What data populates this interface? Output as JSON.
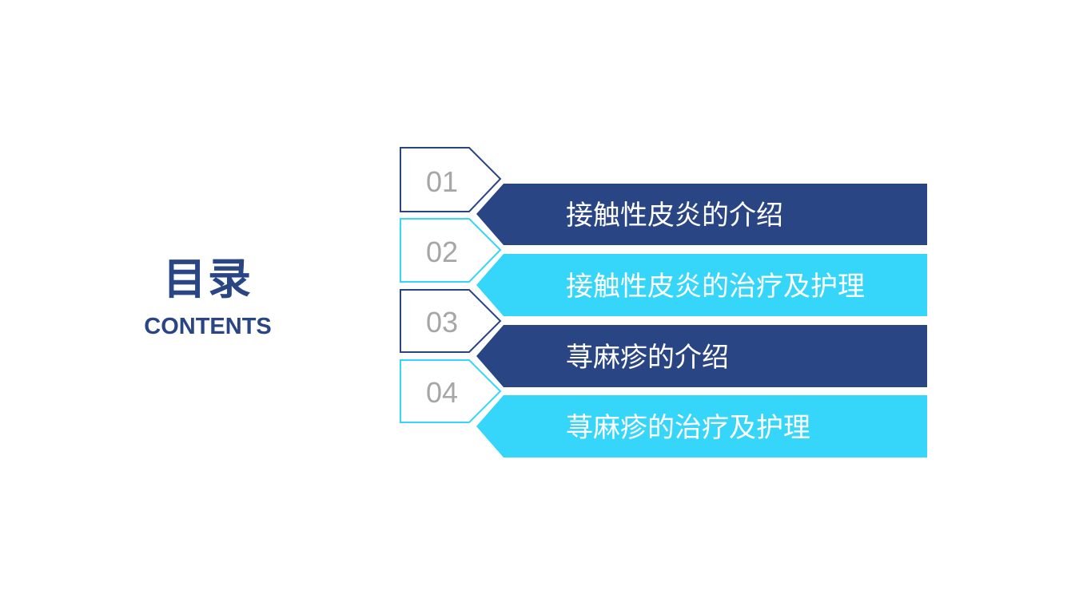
{
  "title": {
    "main": "目录",
    "sub": "CONTENTS"
  },
  "colors": {
    "dark": "#2a4584",
    "light": "#36d6fa",
    "number": "#a6a6a6",
    "title": "#2a4584"
  },
  "items": [
    {
      "number": "01",
      "label": "接触性皮炎的介绍",
      "style": "dark"
    },
    {
      "number": "02",
      "label": "接触性皮炎的治疗及护理",
      "style": "light"
    },
    {
      "number": "03",
      "label": "荨麻疹的介绍",
      "style": "dark"
    },
    {
      "number": "04",
      "label": "荨麻疹的治疗及护理",
      "style": "light"
    }
  ]
}
